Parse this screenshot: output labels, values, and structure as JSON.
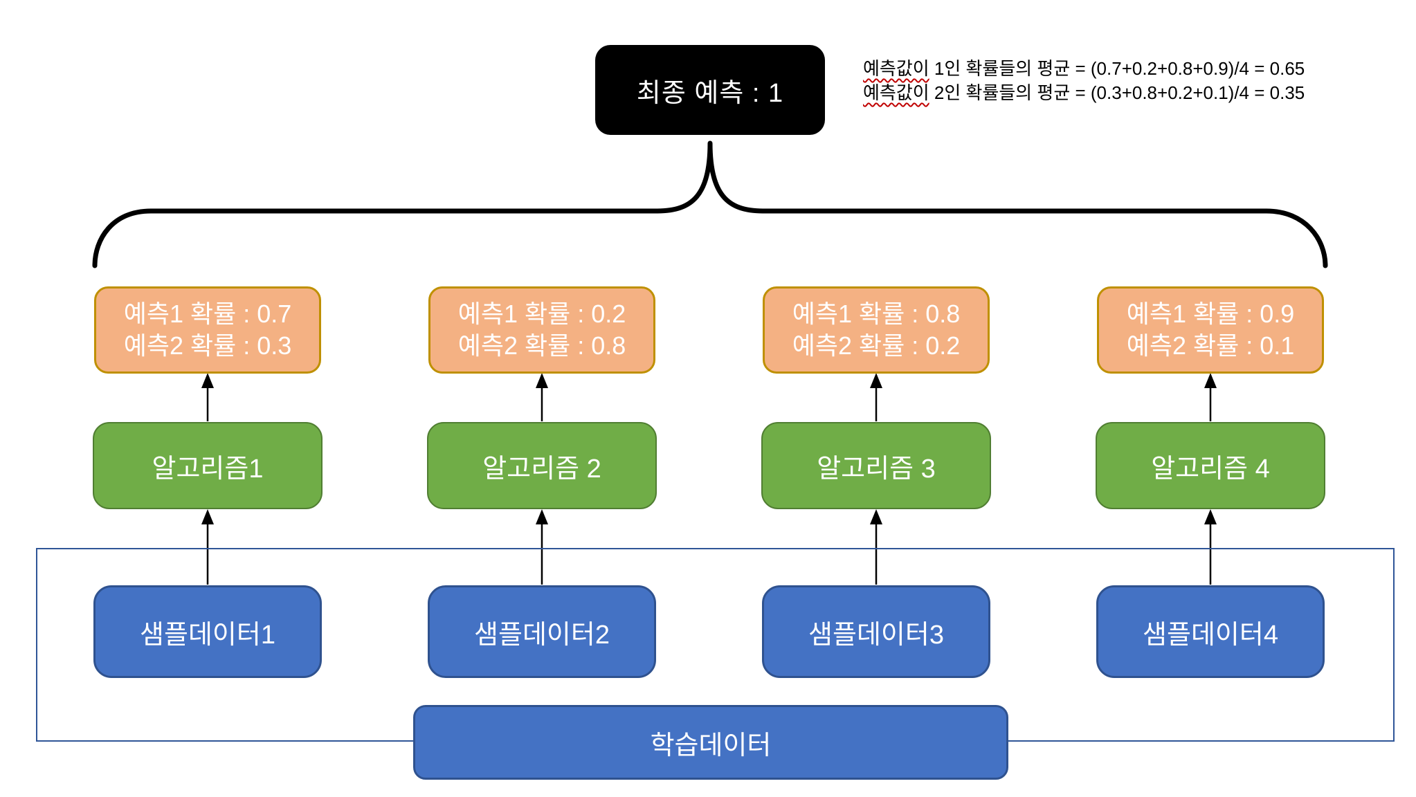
{
  "diagram": {
    "final_prediction": {
      "label": "최종 예측 : 1"
    },
    "annotation": {
      "line1": {
        "underlined": "예측값이",
        "rest": " 1인 확률들의 평균 = (0.7+0.2+0.8+0.9)/4 = 0.65"
      },
      "line2": {
        "underlined": "예측값이",
        "rest": " 2인 확률들의 평균 = (0.3+0.8+0.2+0.1)/4 = 0.35"
      }
    },
    "columns": [
      {
        "prediction1": "예측1 확률 : 0.7",
        "prediction2": "예측2 확률 : 0.3",
        "algorithm": "알고리즘1",
        "sample": "샘플데이터1"
      },
      {
        "prediction1": "예측1 확률 : 0.2",
        "prediction2": "예측2 확률 : 0.8",
        "algorithm": "알고리즘 2",
        "sample": "샘플데이터2"
      },
      {
        "prediction1": "예측1 확률 : 0.8",
        "prediction2": "예측2 확률 : 0.2",
        "algorithm": "알고리즘 3",
        "sample": "샘플데이터3"
      },
      {
        "prediction1": "예측1 확률 : 0.9",
        "prediction2": "예측2 확률 : 0.1",
        "algorithm": "알고리즘 4",
        "sample": "샘플데이터4"
      }
    ],
    "training_data": {
      "label": "학습데이터"
    },
    "colors": {
      "box_black": "#000000",
      "orange_fill": "#F4B183",
      "orange_border": "#BF9000",
      "green_fill": "#70AD47",
      "green_border": "#507E32",
      "blue_fill": "#4472C4",
      "blue_border": "#2F528F",
      "outline_rect": "#2F5597",
      "connector": "#000000",
      "underline": "#C00000",
      "text_white": "#FFFFFF",
      "text_black": "#000000"
    }
  }
}
